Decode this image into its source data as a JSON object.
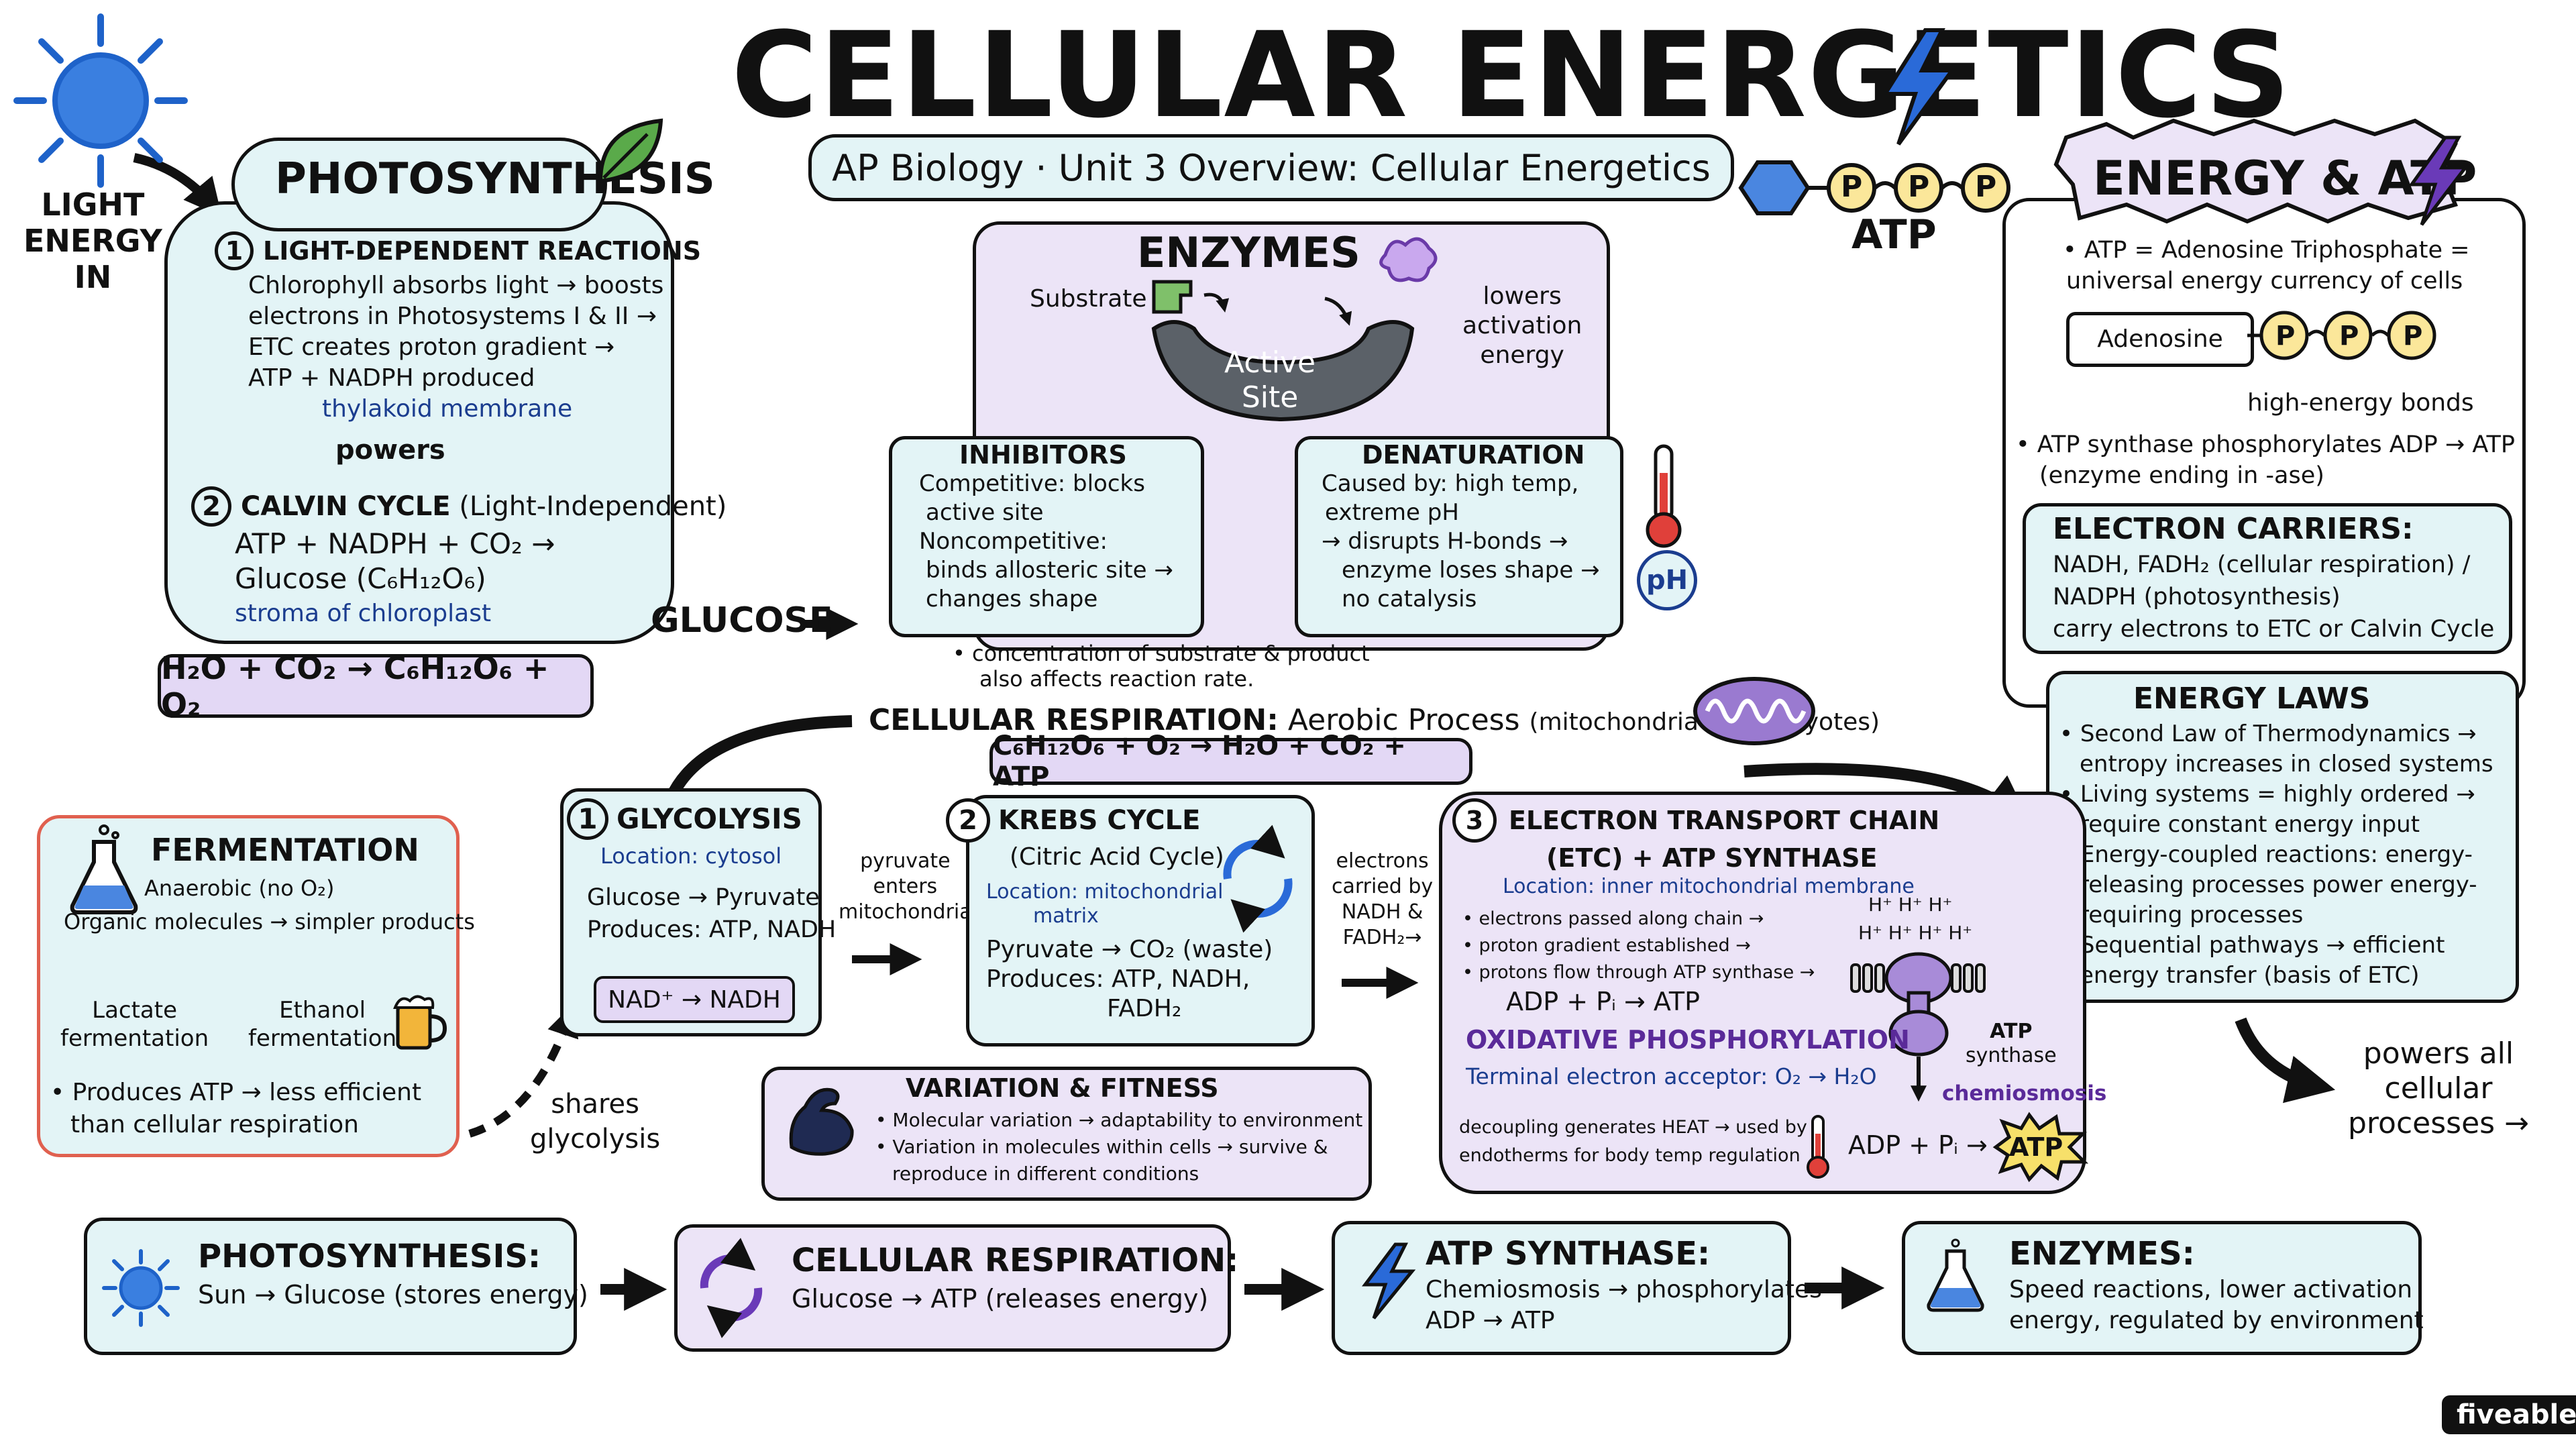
{
  "title": "CELLULAR ENERGETICS",
  "subtitle": "AP Biology · Unit 3 Overview: Cellular Energetics",
  "light_label": [
    "LIGHT",
    "ENERGY",
    "IN"
  ],
  "atp_label": "ATP",
  "p_letter": "P",
  "photosynthesis": {
    "title": "PHOTOSYNTHESIS",
    "step1_num": "1",
    "step1_title": "LIGHT-DEPENDENT REACTIONS",
    "step1_lines": [
      "Chlorophyll absorbs light → boosts",
      "electrons in Photosystems I & II →",
      "ETC creates proton gradient →",
      "ATP + NADPH produced"
    ],
    "step1_location": "thylakoid membrane",
    "powers": "powers",
    "step2_num": "2",
    "step2_title": "CALVIN CYCLE",
    "step2_note": "(Light-Independent)",
    "step2_lines": [
      "ATP + NADPH + CO₂ →",
      "Glucose (C₆H₁₂O₆)"
    ],
    "step2_location": "stroma of chloroplast",
    "equation": "H₂O + CO₂ → C₆H₁₂O₆ + O₂",
    "glucose_label": "GLUCOSE"
  },
  "enzymes": {
    "title": "ENZYMES",
    "substrate": "Substrate",
    "active_site": [
      "Active",
      "Site"
    ],
    "lowers": [
      "lowers",
      "activation",
      "energy"
    ],
    "inhibitors_title": "INHIBITORS",
    "inhibitors_lines": [
      "Competitive: blocks",
      "active site",
      "Noncompetitive:",
      "binds allosteric site →",
      "changes shape"
    ],
    "denaturation_title": "DENATURATION",
    "denaturation_lines": [
      "Caused by: high temp,",
      "extreme pH",
      "→ disrupts H-bonds →",
      "enzyme loses shape →",
      "no catalysis"
    ],
    "ph": "pH",
    "note": [
      "• concentration of substrate & product",
      "also affects reaction rate."
    ]
  },
  "energy_atp": {
    "title": "ENERGY & ATP",
    "bullet1": [
      "• ATP = Adenosine Triphosphate =",
      "universal energy currency of cells"
    ],
    "adenosine": "Adenosine",
    "bonds": "high-energy bonds",
    "bullet2": [
      "• ATP synthase phosphorylates ADP → ATP",
      "(enzyme ending in -ase)"
    ],
    "carriers_title": "ELECTRON CARRIERS:",
    "carriers_lines": [
      "NADH, FADH₂ (cellular respiration) /",
      "NADPH (photosynthesis)",
      "carry electrons to ETC or Calvin Cycle"
    ],
    "laws_title": "ENERGY LAWS",
    "laws_lines": [
      "• Second Law of Thermodynamics →",
      "entropy increases in closed systems",
      "• Living systems = highly ordered →",
      "require constant energy input",
      "• Energy-coupled reactions: energy-",
      "releasing processes power energy-",
      "requiring processes",
      "• Sequential pathways → efficient",
      "energy transfer (basis of ETC)"
    ],
    "powers_all": [
      "powers all",
      "cellular",
      "processes →"
    ]
  },
  "respiration": {
    "title": "CELLULAR RESPIRATION:",
    "title_rest": "Aerobic Process",
    "title_note": "(mitochondria in eukaryotes)",
    "equation": "C₆H₁₂O₆ + O₂ → H₂O + CO₂ + ATP",
    "glycolysis_num": "1",
    "glycolysis_title": "GLYCOLYSIS",
    "glycolysis_location": "Location: cytosol",
    "glycolysis_lines": [
      "Glucose → Pyruvate",
      "Produces: ATP, NADH"
    ],
    "glycolysis_pill": "NAD⁺ → NADH",
    "pyruvate_label": [
      "pyruvate",
      "enters",
      "mitochondria"
    ],
    "krebs_num": "2",
    "krebs_title": [
      "KREBS CYCLE",
      "(Citric Acid Cycle)"
    ],
    "krebs_location": [
      "Location: mitochondrial",
      "matrix"
    ],
    "krebs_lines": [
      "Pyruvate → CO₂ (waste)",
      "Produces: ATP, NADH,",
      "FADH₂"
    ],
    "electrons_label": [
      "electrons",
      "carried by",
      "NADH &",
      "FADH₂→"
    ],
    "etc_num": "3",
    "etc_title": [
      "ELECTRON TRANSPORT CHAIN",
      "(ETC) + ATP SYNTHASE"
    ],
    "etc_location": "Location: inner mitochondrial membrane",
    "etc_bullets": [
      "• electrons passed along chain →",
      "• proton gradient established →",
      "• protons flow through ATP synthase →"
    ],
    "etc_result": "ADP + Pᵢ → ATP",
    "h_plus": [
      "H⁺ H⁺ H⁺",
      "H⁺ H⁺   H⁺ H⁺"
    ],
    "atp_synthase": [
      "ATP",
      "synthase"
    ],
    "oxphos": "OXIDATIVE PHOSPHORYLATION",
    "terminal": "Terminal electron acceptor: O₂ → H₂O",
    "chemiosmosis": "chemiosmosis",
    "decoupling": [
      "decoupling generates HEAT → used by",
      "endotherms for body temp regulation"
    ],
    "adp_pi": "ADP + Pᵢ →",
    "atp_burst": "ATP"
  },
  "fermentation": {
    "title": "FERMENTATION",
    "subtitle": "Anaerobic (no O₂)",
    "line": "Organic molecules → simpler products",
    "lactate": [
      "Lactate",
      "fermentation"
    ],
    "ethanol": [
      "Ethanol",
      "fermentation"
    ],
    "bullet": [
      "• Produces ATP → less efficient",
      "than cellular respiration"
    ],
    "shares": [
      "shares",
      "glycolysis"
    ]
  },
  "variation": {
    "title": "VARIATION & FITNESS",
    "lines": [
      "• Molecular variation → adaptability to environment",
      "• Variation in molecules within cells → survive &",
      "reproduce in different conditions"
    ]
  },
  "summary": [
    {
      "title": "PHOTOSYNTHESIS:",
      "lines": [
        "Sun → Glucose (stores energy)"
      ]
    },
    {
      "title": "CELLULAR RESPIRATION:",
      "lines": [
        "Glucose → ATP (releases energy)"
      ]
    },
    {
      "title": "ATP SYNTHASE:",
      "lines": [
        "Chemiosmosis → phosphorylates",
        "ADP → ATP"
      ]
    },
    {
      "title": "ENZYMES:",
      "lines": [
        "Speed reactions, lower activation",
        "energy, regulated by environment"
      ]
    }
  ],
  "brand": "fiveable",
  "colors": {
    "teal_fill": "#e3f4f6",
    "lavender_fill": "#ece4f7",
    "blue_text": "#1b3d8f",
    "purple_text": "#5a2a99",
    "fermentation_border": "#e0604f",
    "phosphate_fill": "#fbe79a"
  }
}
